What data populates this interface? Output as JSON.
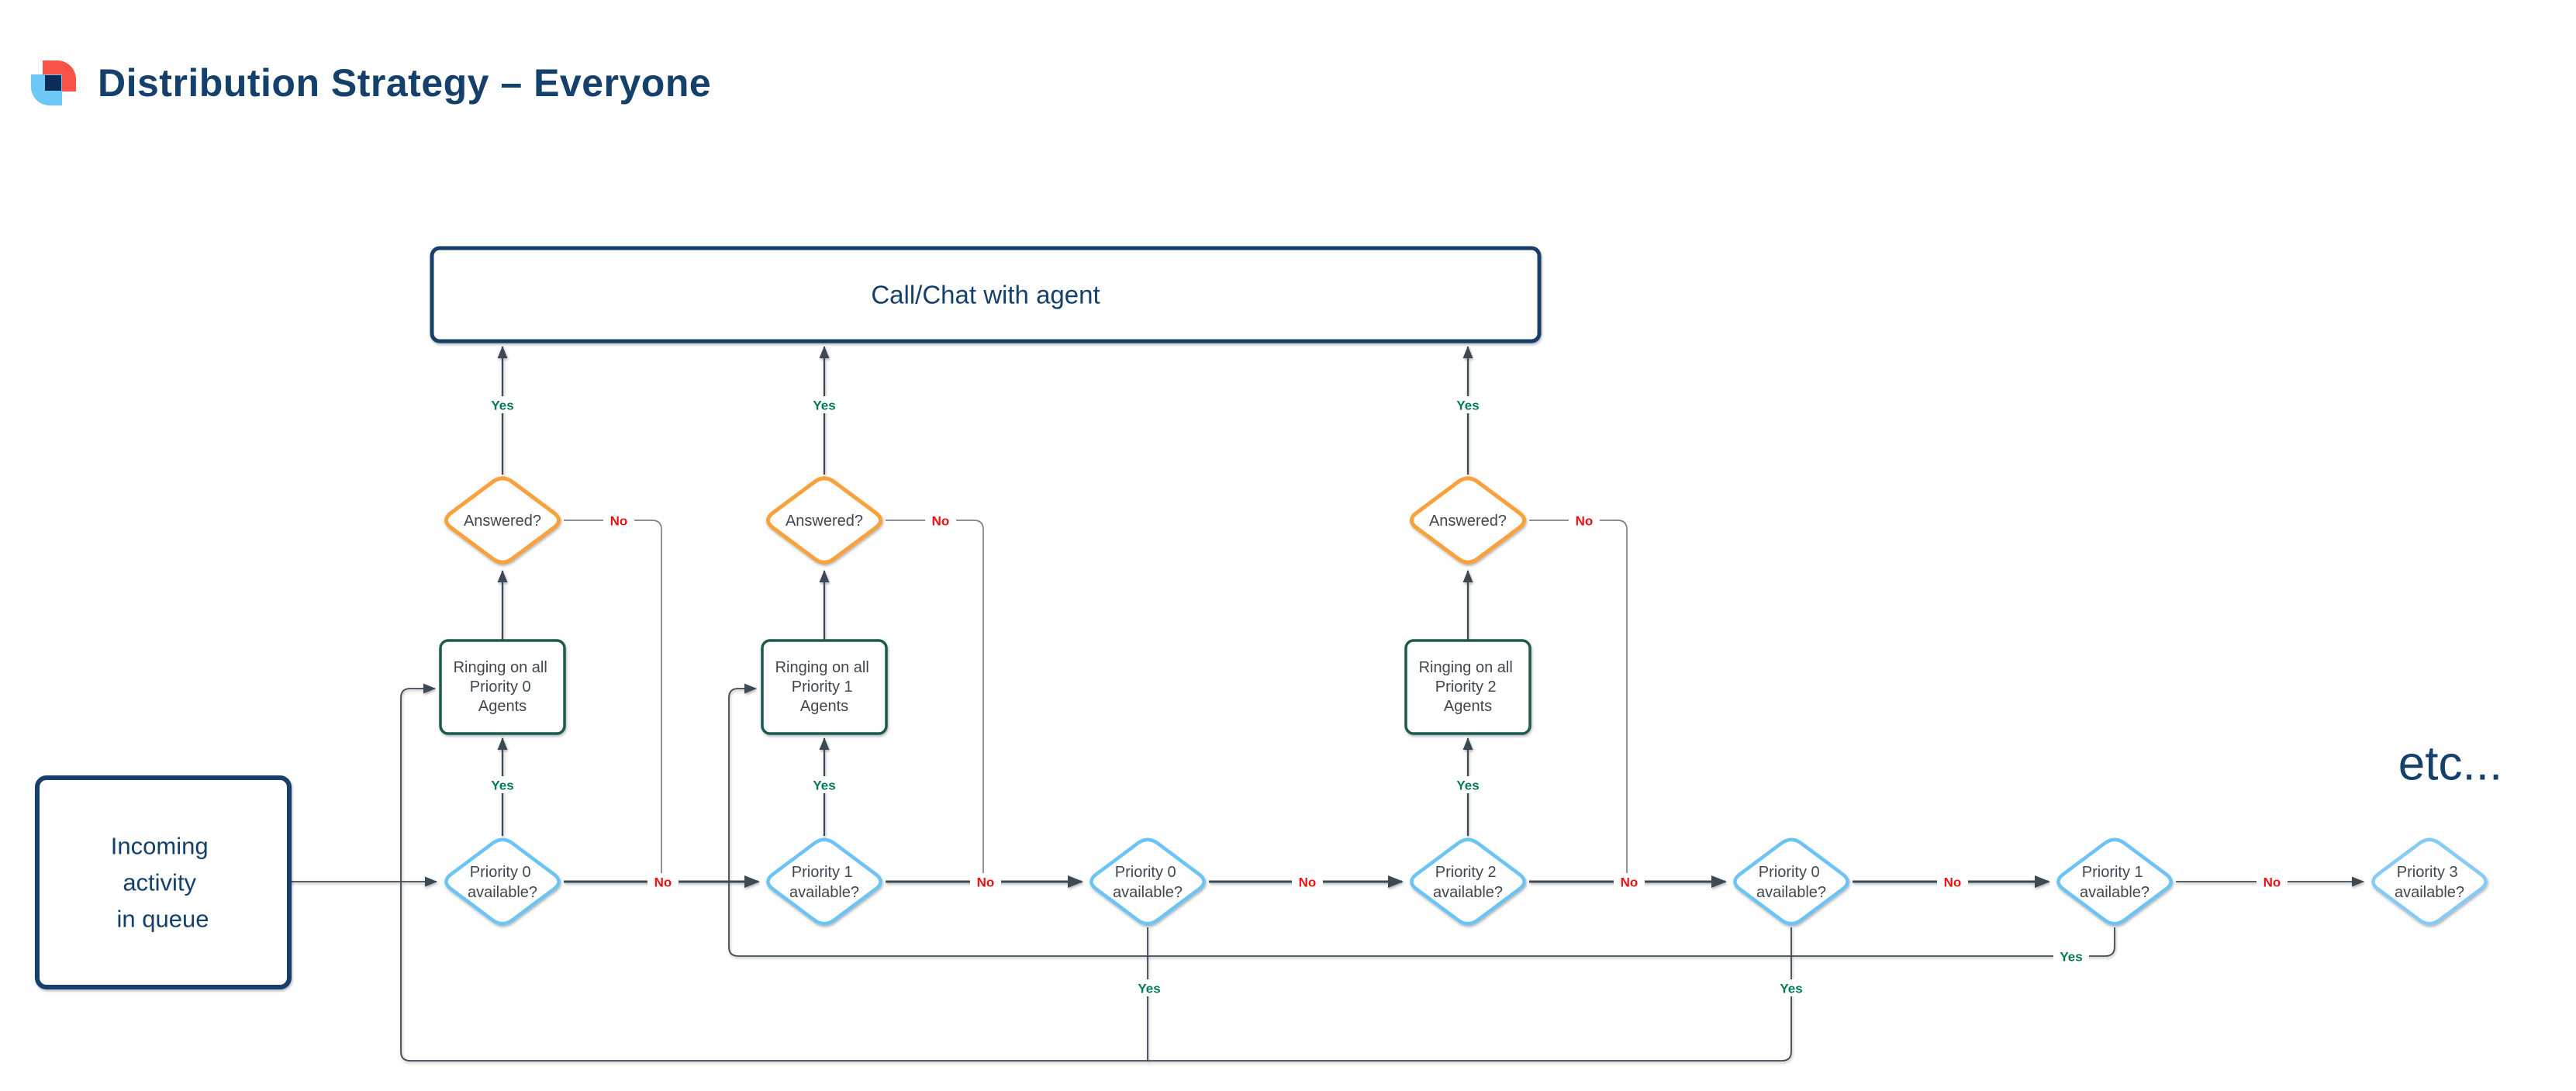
{
  "page": {
    "title_heading": "Distribution Strategy – Everyone",
    "etc_label": "etc..."
  },
  "colors": {
    "navy": "#14406B",
    "shape-text": "#3F4850",
    "orange": "#F9A23C",
    "blue": "#6CC3F5",
    "blue-light": "#85CBF6",
    "teal-box": "#1A5A50",
    "line-dark": "#3E4A54",
    "line-gray": "#7A838B",
    "yes": "#00795B",
    "no": "#ED1111",
    "logo-red": "#F95347",
    "logo-blue": "#6EC8F5",
    "logo-navy": "#0D2B57"
  },
  "nodes": {
    "terminator": {
      "label": "Call/Chat with agent"
    },
    "start": {
      "lines": [
        "Incoming",
        "activity",
        "in queue"
      ]
    },
    "answered": [
      {
        "label": "Answered?"
      },
      {
        "label": "Answered?"
      },
      {
        "label": "Answered?"
      }
    ],
    "ringing": [
      {
        "lines": [
          "Ringing on all",
          "Priority 0",
          "Agents"
        ]
      },
      {
        "lines": [
          "Ringing on all",
          "Priority 1",
          "Agents"
        ]
      },
      {
        "lines": [
          "Ringing on all",
          "Priority 2",
          "Agents"
        ]
      }
    ],
    "priority": [
      {
        "lines": [
          "Priority 0",
          "available?"
        ]
      },
      {
        "lines": [
          "Priority 1",
          "available?"
        ]
      },
      {
        "lines": [
          "Priority 0",
          "available?"
        ]
      },
      {
        "lines": [
          "Priority 2",
          "available?"
        ]
      },
      {
        "lines": [
          "Priority 0",
          "available?"
        ]
      },
      {
        "lines": [
          "Priority 1",
          "available?"
        ]
      },
      {
        "lines": [
          "Priority 3",
          "available?"
        ]
      }
    ]
  },
  "edge_labels": {
    "yes": "Yes",
    "no": "No"
  }
}
